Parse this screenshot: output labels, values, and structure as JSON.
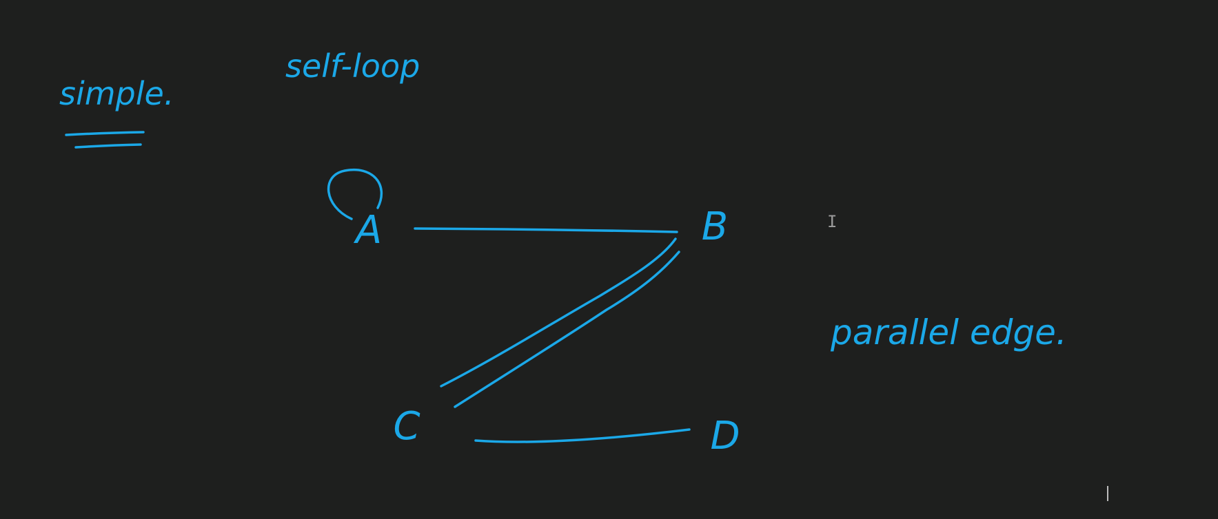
{
  "ink_color": "#1ba8e8",
  "background_color": "#1e1f1e",
  "annotations": {
    "simple": "simple.",
    "self_loop": "self-loop",
    "parallel_edge": "parallel edge."
  },
  "nodes": [
    {
      "id": "A",
      "label": "A"
    },
    {
      "id": "B",
      "label": "B"
    },
    {
      "id": "C",
      "label": "C"
    },
    {
      "id": "D",
      "label": "D"
    }
  ],
  "edges": [
    {
      "from": "A",
      "to": "A",
      "kind": "self-loop"
    },
    {
      "from": "A",
      "to": "B",
      "kind": "edge"
    },
    {
      "from": "B",
      "to": "C",
      "kind": "parallel"
    },
    {
      "from": "B",
      "to": "C",
      "kind": "parallel"
    },
    {
      "from": "C",
      "to": "D",
      "kind": "edge"
    }
  ],
  "cursor_icon": "text-cursor-icon"
}
